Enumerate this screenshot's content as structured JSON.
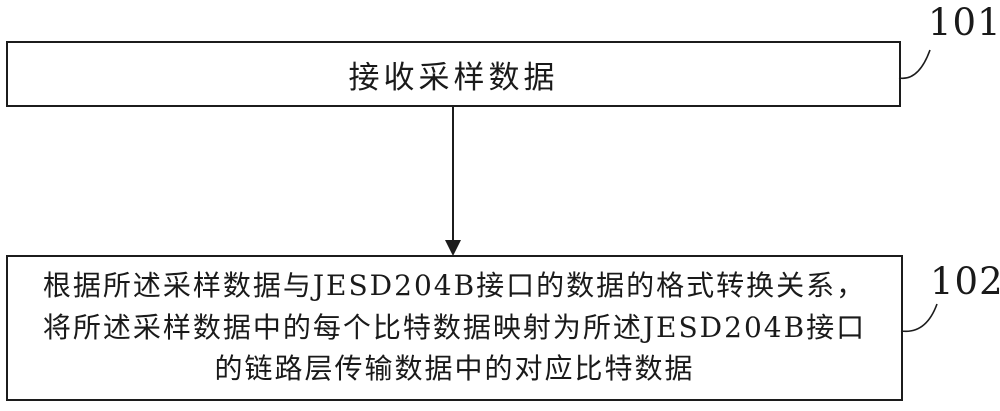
{
  "figure": {
    "background_color": "#ffffff",
    "line_color": "#1c1c1c",
    "steps": [
      {
        "ref": "101",
        "lines": [
          "接收采样数据"
        ]
      },
      {
        "ref": "102",
        "lines": [
          "根据所述采样数据与JESD204B接口的数据的格式转换关系，",
          "将所述采样数据中的每个比特数据映射为所述JESD204B接口",
          "的链路层传输数据中的对应比特数据"
        ]
      }
    ]
  }
}
